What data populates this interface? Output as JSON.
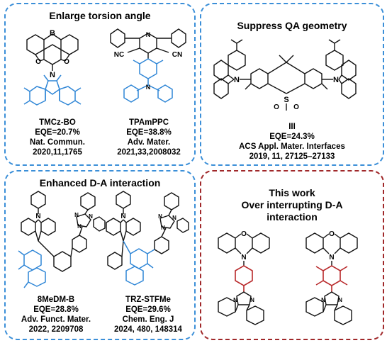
{
  "panels": {
    "torsion": {
      "title": "Enlarge torsion angle",
      "mol1": {
        "atom_b": "B",
        "atom_o1": "O",
        "atom_o2": "O",
        "atom_n": "N",
        "name": "TMCz-BO",
        "eqe": "EQE=20.7%",
        "journal": "Nat. Commun.",
        "ref": "2020,11,1765"
      },
      "mol2": {
        "cn1": "NC",
        "cn2": "CN",
        "atom_n": "N",
        "name": "TPAmPPC",
        "eqe": "EQE=38.8%",
        "journal": "Adv. Mater.",
        "ref": "2021,33,2008032"
      }
    },
    "qa": {
      "title": "Suppress QA geometry",
      "mol": {
        "atom_n1": "N",
        "atom_n2": "N",
        "atom_s": "S",
        "atom_o1": "O",
        "atom_o2": "O",
        "name": "III",
        "eqe": "EQE=24.3%",
        "journal": "ACS Appl. Mater. Interfaces",
        "ref": "2019, 11, 27125–27133"
      }
    },
    "da": {
      "title": "Enhanced D-A interaction",
      "mol1": {
        "atom_n": "N",
        "triazine_n1": "N",
        "triazine_n2": "N",
        "triazine_n3": "N",
        "name": "8MeDM-B",
        "eqe": "EQE=28.8%",
        "journal": "Adv. Funct. Mater.",
        "ref": "2022, 2209708"
      },
      "mol2": {
        "atom_n": "N",
        "triazine_n1": "N",
        "triazine_n2": "N",
        "triazine_n3": "N",
        "name": "TRZ-STFMe",
        "eqe": "EQE=29.6%",
        "journal": "Chem. Eng. J",
        "ref": "2024, 480, 148314"
      }
    },
    "thiswork": {
      "title_line1": "This work",
      "title_line2": "Over interrupting D-A",
      "title_line3": "interaction",
      "mol1": {
        "atom_o": "O",
        "atom_n": "N",
        "atom_n2": "N",
        "atom_n3": "N"
      },
      "mol2": {
        "atom_o": "O",
        "atom_n": "N",
        "atom_n2": "N",
        "atom_n3": "N"
      }
    }
  },
  "colors": {
    "panel_blue": "#3b8fd8",
    "panel_red": "#a0282a",
    "acceptor_blue": "#2f86d6",
    "linker_red": "#b8282a"
  }
}
